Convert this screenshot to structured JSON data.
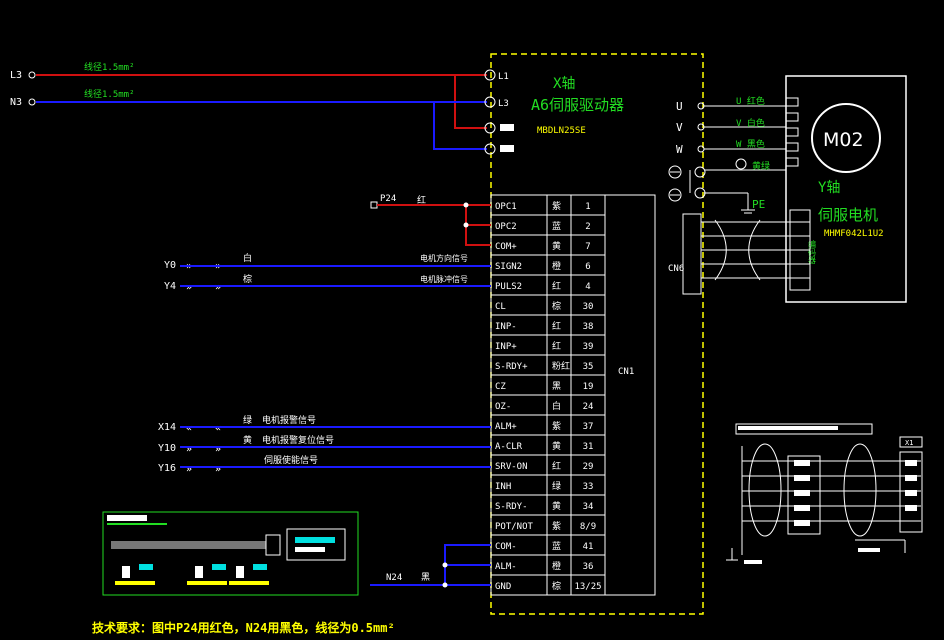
{
  "drive": {
    "axis_label": "X轴",
    "title": "A6伺服驱动器",
    "model": "MBDLN25SE",
    "power_terminals": [
      "L1",
      "L3"
    ],
    "motor_terminals": [
      "U",
      "V",
      "W"
    ],
    "connector_name": "CN1",
    "encoder_connector": "CN6"
  },
  "power": {
    "inputs": [
      "L3",
      "N3"
    ],
    "wire_notes": [
      "线径1.5mm²",
      "线径1.5mm²"
    ]
  },
  "motor": {
    "name": "M02",
    "axis_label": "Y轴",
    "title": "伺服电机",
    "model": "MHMF042L1U2",
    "phase_labels": [
      "U 红色",
      "V 白色",
      "W 黑色",
      "黄绿"
    ],
    "pe_label": "PE",
    "encoder_note": "编码器"
  },
  "cn1_pins": [
    {
      "signal": "OPC1",
      "color": "紫",
      "pin": "1"
    },
    {
      "signal": "OPC2",
      "color": "蓝",
      "pin": "2"
    },
    {
      "signal": "COM+",
      "color": "黄",
      "pin": "7"
    },
    {
      "signal": "SIGN2",
      "color": "橙",
      "pin": "6"
    },
    {
      "signal": "PULS2",
      "color": "红",
      "pin": "4"
    },
    {
      "signal": "CL",
      "color": "棕",
      "pin": "30"
    },
    {
      "signal": "INP-",
      "color": "红",
      "pin": "38"
    },
    {
      "signal": "INP+",
      "color": "红",
      "pin": "39"
    },
    {
      "signal": "S-RDY+",
      "color": "粉红",
      "pin": "35"
    },
    {
      "signal": "CZ",
      "color": "黑",
      "pin": "19"
    },
    {
      "signal": "OZ-",
      "color": "白",
      "pin": "24"
    },
    {
      "signal": "ALM+",
      "color": "紫",
      "pin": "37"
    },
    {
      "signal": "A-CLR",
      "color": "黄",
      "pin": "31"
    },
    {
      "signal": "SRV-ON",
      "color": "红",
      "pin": "29"
    },
    {
      "signal": "INH",
      "color": "绿",
      "pin": "33"
    },
    {
      "signal": "S-RDY-",
      "color": "黄",
      "pin": "34"
    },
    {
      "signal": "POT/NOT",
      "color": "紫",
      "pin": "8/9"
    },
    {
      "signal": "COM-",
      "color": "蓝",
      "pin": "41"
    },
    {
      "signal": "ALM-",
      "color": "橙",
      "pin": "36"
    },
    {
      "signal": "GND",
      "color": "棕",
      "pin": "13/25"
    }
  ],
  "signals": {
    "p24": {
      "label": "P24",
      "wire": "红"
    },
    "y0": {
      "port": "Y0",
      "wire": "白",
      "desc": "电机方向信号"
    },
    "y4": {
      "port": "Y4",
      "wire": "棕",
      "desc": "电机脉冲信号"
    },
    "x14": {
      "port": "X14",
      "wire": "绿",
      "desc": "电机报警信号"
    },
    "y10": {
      "port": "Y10",
      "wire": "黄",
      "desc": "电机报警复位信号"
    },
    "y16": {
      "port": "Y16",
      "wire": "",
      "desc": "伺服使能信号"
    },
    "n24": {
      "label": "N24",
      "wire": "黑"
    }
  },
  "footer_note": "技术要求：图中P24用红色，N24用黑色，线径为0.5mm²",
  "inset_right": {
    "tag": "X1"
  },
  "colors": {
    "background": "#000000",
    "drive_border": "#ffff00",
    "label_green": "#22dd22",
    "wire_red": "#d01010",
    "wire_blue": "#1a1aff",
    "line_white": "#ffffff",
    "accent_cyan": "#00e0e0"
  }
}
